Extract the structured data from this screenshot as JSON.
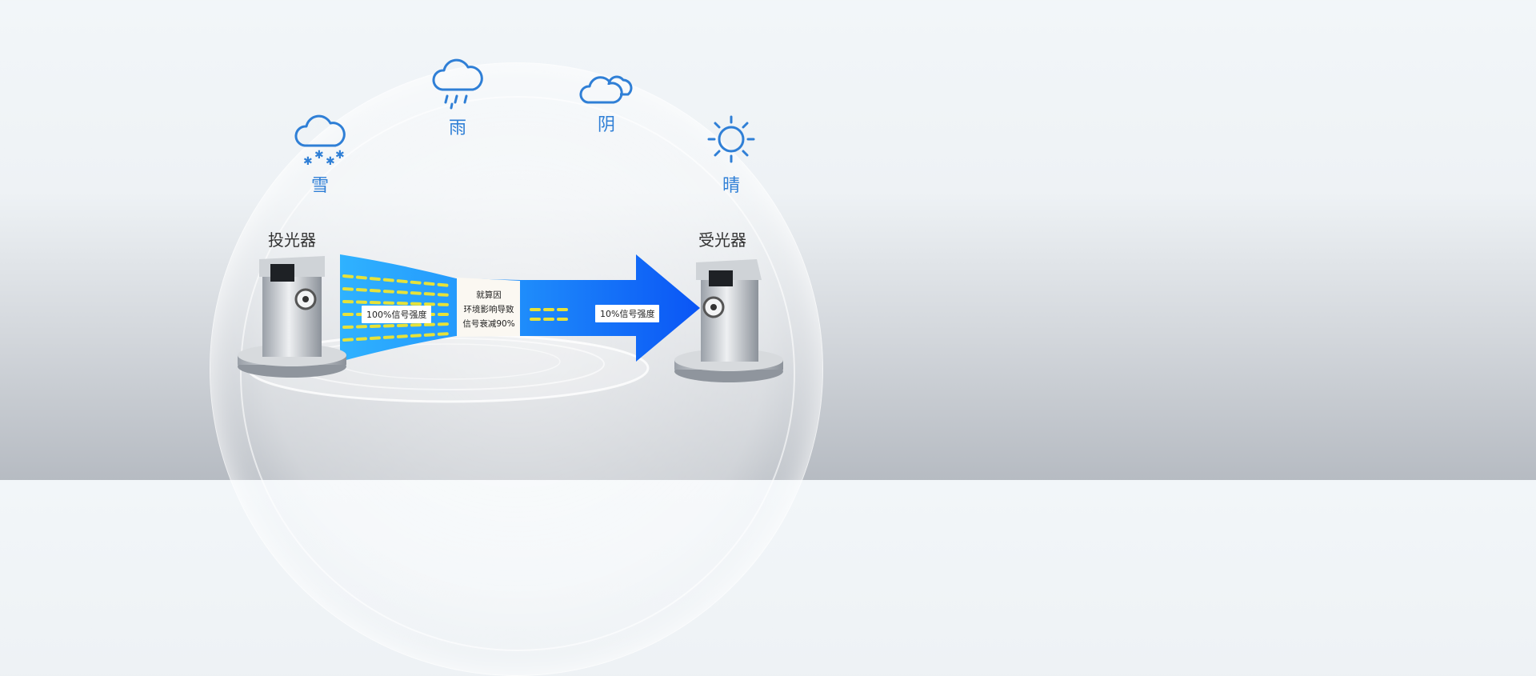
{
  "weather": [
    {
      "id": "snow",
      "icon": "snow-cloud-icon",
      "label": "雪"
    },
    {
      "id": "rain",
      "icon": "rain-cloud-icon",
      "label": "雨"
    },
    {
      "id": "cloudy",
      "icon": "cloudy-icon",
      "label": "阴"
    },
    {
      "id": "sunny",
      "icon": "sun-icon",
      "label": "晴"
    }
  ],
  "devices": {
    "transmitter": {
      "label": "投光器"
    },
    "receiver": {
      "label": "受光器"
    }
  },
  "signal": {
    "start_label": "100%信号强度",
    "middle_lines": [
      "就算因",
      "环境影响导致",
      "信号衰减90%"
    ],
    "end_label": "10%信号强度"
  },
  "colors": {
    "accent_blue": "#2f7fd6",
    "arrow_light": "#2fb2ff",
    "arrow_dark": "#0a55f5",
    "dash_yellow": "#e6e23a"
  }
}
